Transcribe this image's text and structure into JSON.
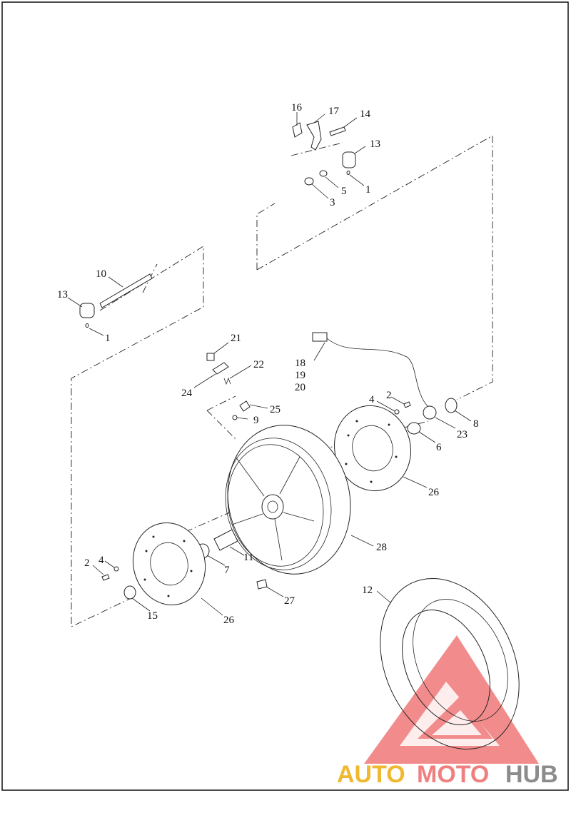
{
  "callouts": {
    "c16": "16",
    "c17": "17",
    "c14": "14",
    "c13a": "13",
    "c5": "5",
    "c1a": "1",
    "c3": "3",
    "c10": "10",
    "c13b": "13",
    "c1b": "1",
    "c21": "21",
    "c22": "22",
    "c24": "24",
    "c18": "18",
    "c19": "19",
    "c20": "20",
    "c25": "25",
    "c9": "9",
    "c4a": "4",
    "c2a": "2",
    "c8": "8",
    "c23": "23",
    "c6": "6",
    "c26a": "26",
    "c28": "28",
    "c11": "11",
    "c7": "7",
    "c27": "27",
    "c2b": "2",
    "c4b": "4",
    "c15": "15",
    "c26b": "26",
    "c12": "12"
  },
  "watermark": {
    "part1": "AUTO",
    "part2": "MOTO",
    "part3": "HUB",
    "colors": {
      "part1": "#f0b830",
      "part2": "#f08080",
      "part3": "#8c8c8c",
      "logo": "#f07878"
    }
  }
}
